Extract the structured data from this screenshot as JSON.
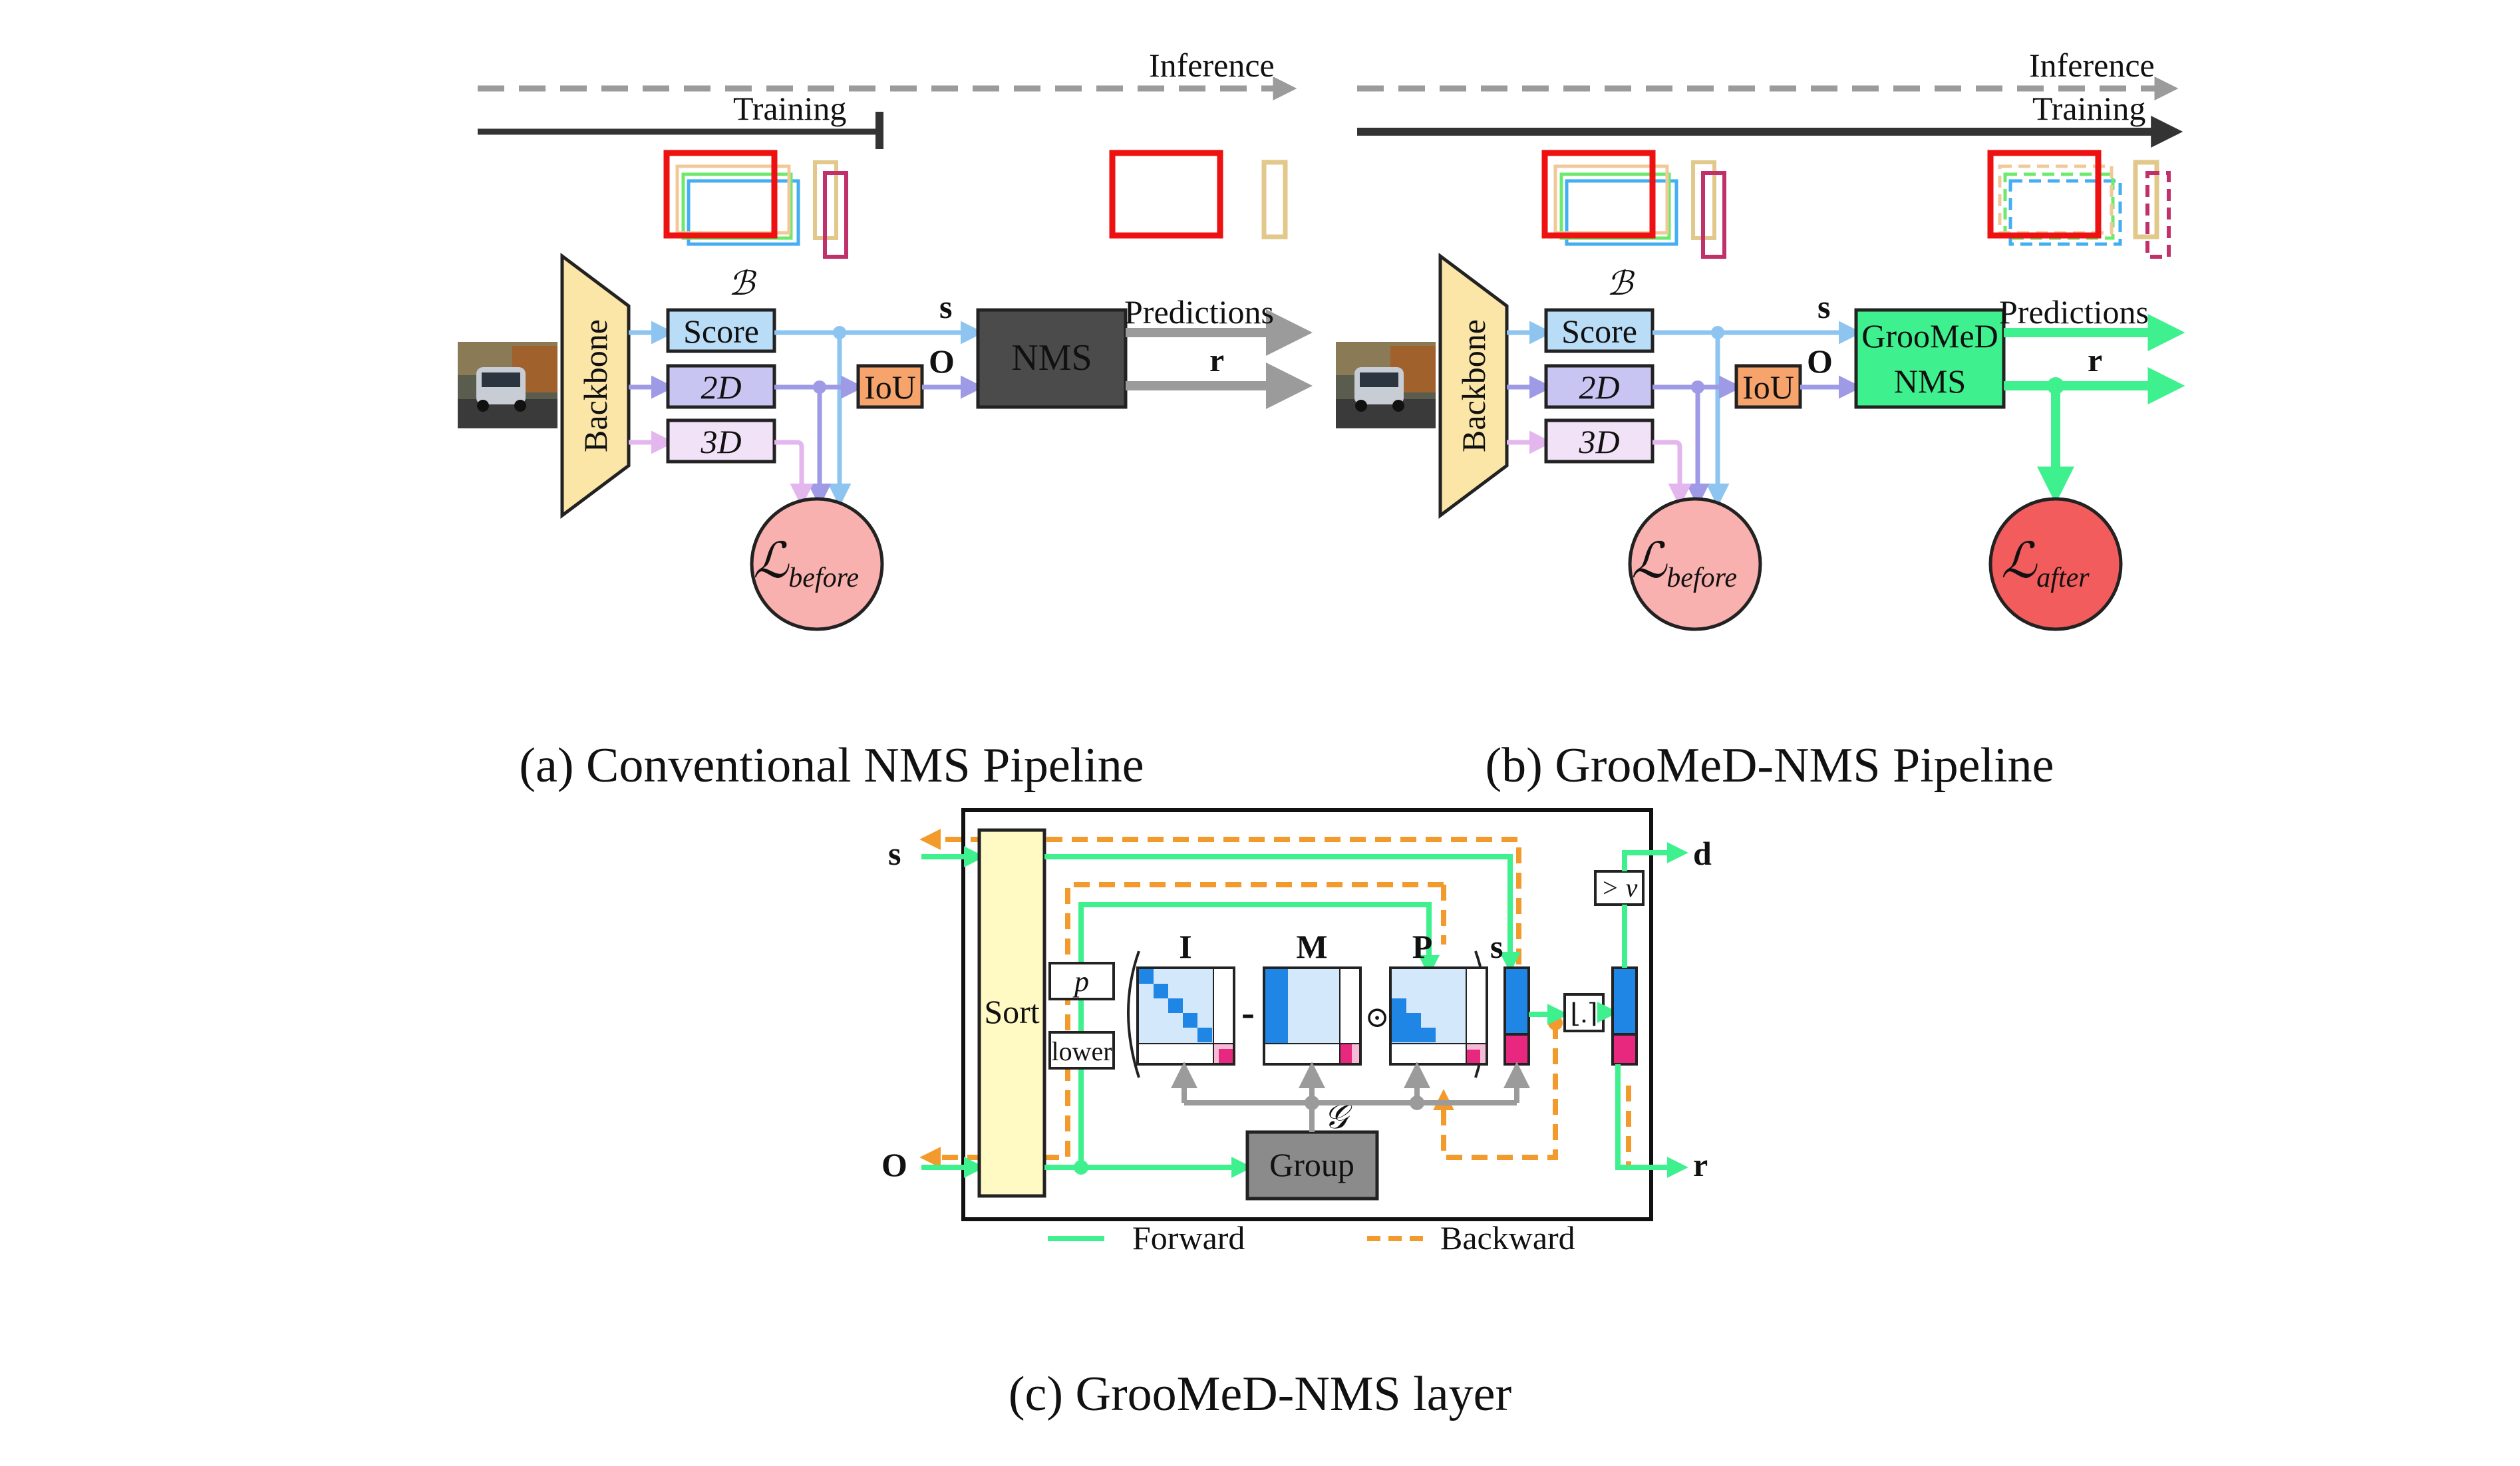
{
  "panel_a": {
    "inference_label": "Inference",
    "training_label": "Training",
    "boxes_label": "ℬ",
    "backbone_label": "Backbone",
    "head_score_label": "Score",
    "head_2d_label": "2D",
    "head_3d_label": "3D",
    "iou_label": "IoU",
    "s_label": "s",
    "o_label": "O",
    "nms_label": "NMS",
    "predictions_label": "Predictions",
    "r_label": "r",
    "loss_label": "ℒ",
    "loss_sub": "before",
    "caption": "(a) Conventional NMS Pipeline"
  },
  "panel_b": {
    "inference_label": "Inference",
    "training_label": "Training",
    "boxes_label": "ℬ",
    "backbone_label": "Backbone",
    "head_score_label": "Score",
    "head_2d_label": "2D",
    "head_3d_label": "3D",
    "iou_label": "IoU",
    "s_label": "s",
    "o_label": "O",
    "nms_line1": "GrooMeD",
    "nms_line2": "NMS",
    "predictions_label": "Predictions",
    "r_label": "r",
    "loss_before_label": "ℒ",
    "loss_before_sub": "before",
    "loss_after_label": "ℒ",
    "loss_after_sub": "after",
    "caption": "(b) GrooMeD-NMS Pipeline"
  },
  "panel_c": {
    "s_in_label": "s",
    "o_in_label": "O",
    "sort_label": "Sort",
    "p_label": "p",
    "lower_label": "lower",
    "i_label": "I",
    "m_label": "M",
    "p_matrix_label": "P",
    "s_out_label": "s",
    "minus_sign": "-",
    "odot_sign": "⊙",
    "floor_label": "⌊.⌉",
    "threshold_label": "> v",
    "d_label": "d",
    "r_label": "r",
    "g_label": "𝒢",
    "group_label": "Group",
    "legend_forward": "Forward",
    "legend_backward": "Backward",
    "caption": "(c) GrooMeD-NMS layer"
  },
  "colors": {
    "forward": "#3ef08e",
    "backward": "#f39a2c",
    "score_arrow": "#8ec5f0",
    "twod_arrow": "#9f9ae6",
    "threed_arrow": "#e4b6ee",
    "box_red": "#ee1111",
    "loss_before": "#f8b1ae",
    "loss_after": "#f25c5c",
    "groomed_box": "#3ef08e",
    "nms_box": "#4b4b4b",
    "group_box": "#8b8b8b",
    "sort_box": "#fff9c4",
    "matrix_blue": "#1f86e6",
    "matrix_pink": "#e8287e"
  }
}
